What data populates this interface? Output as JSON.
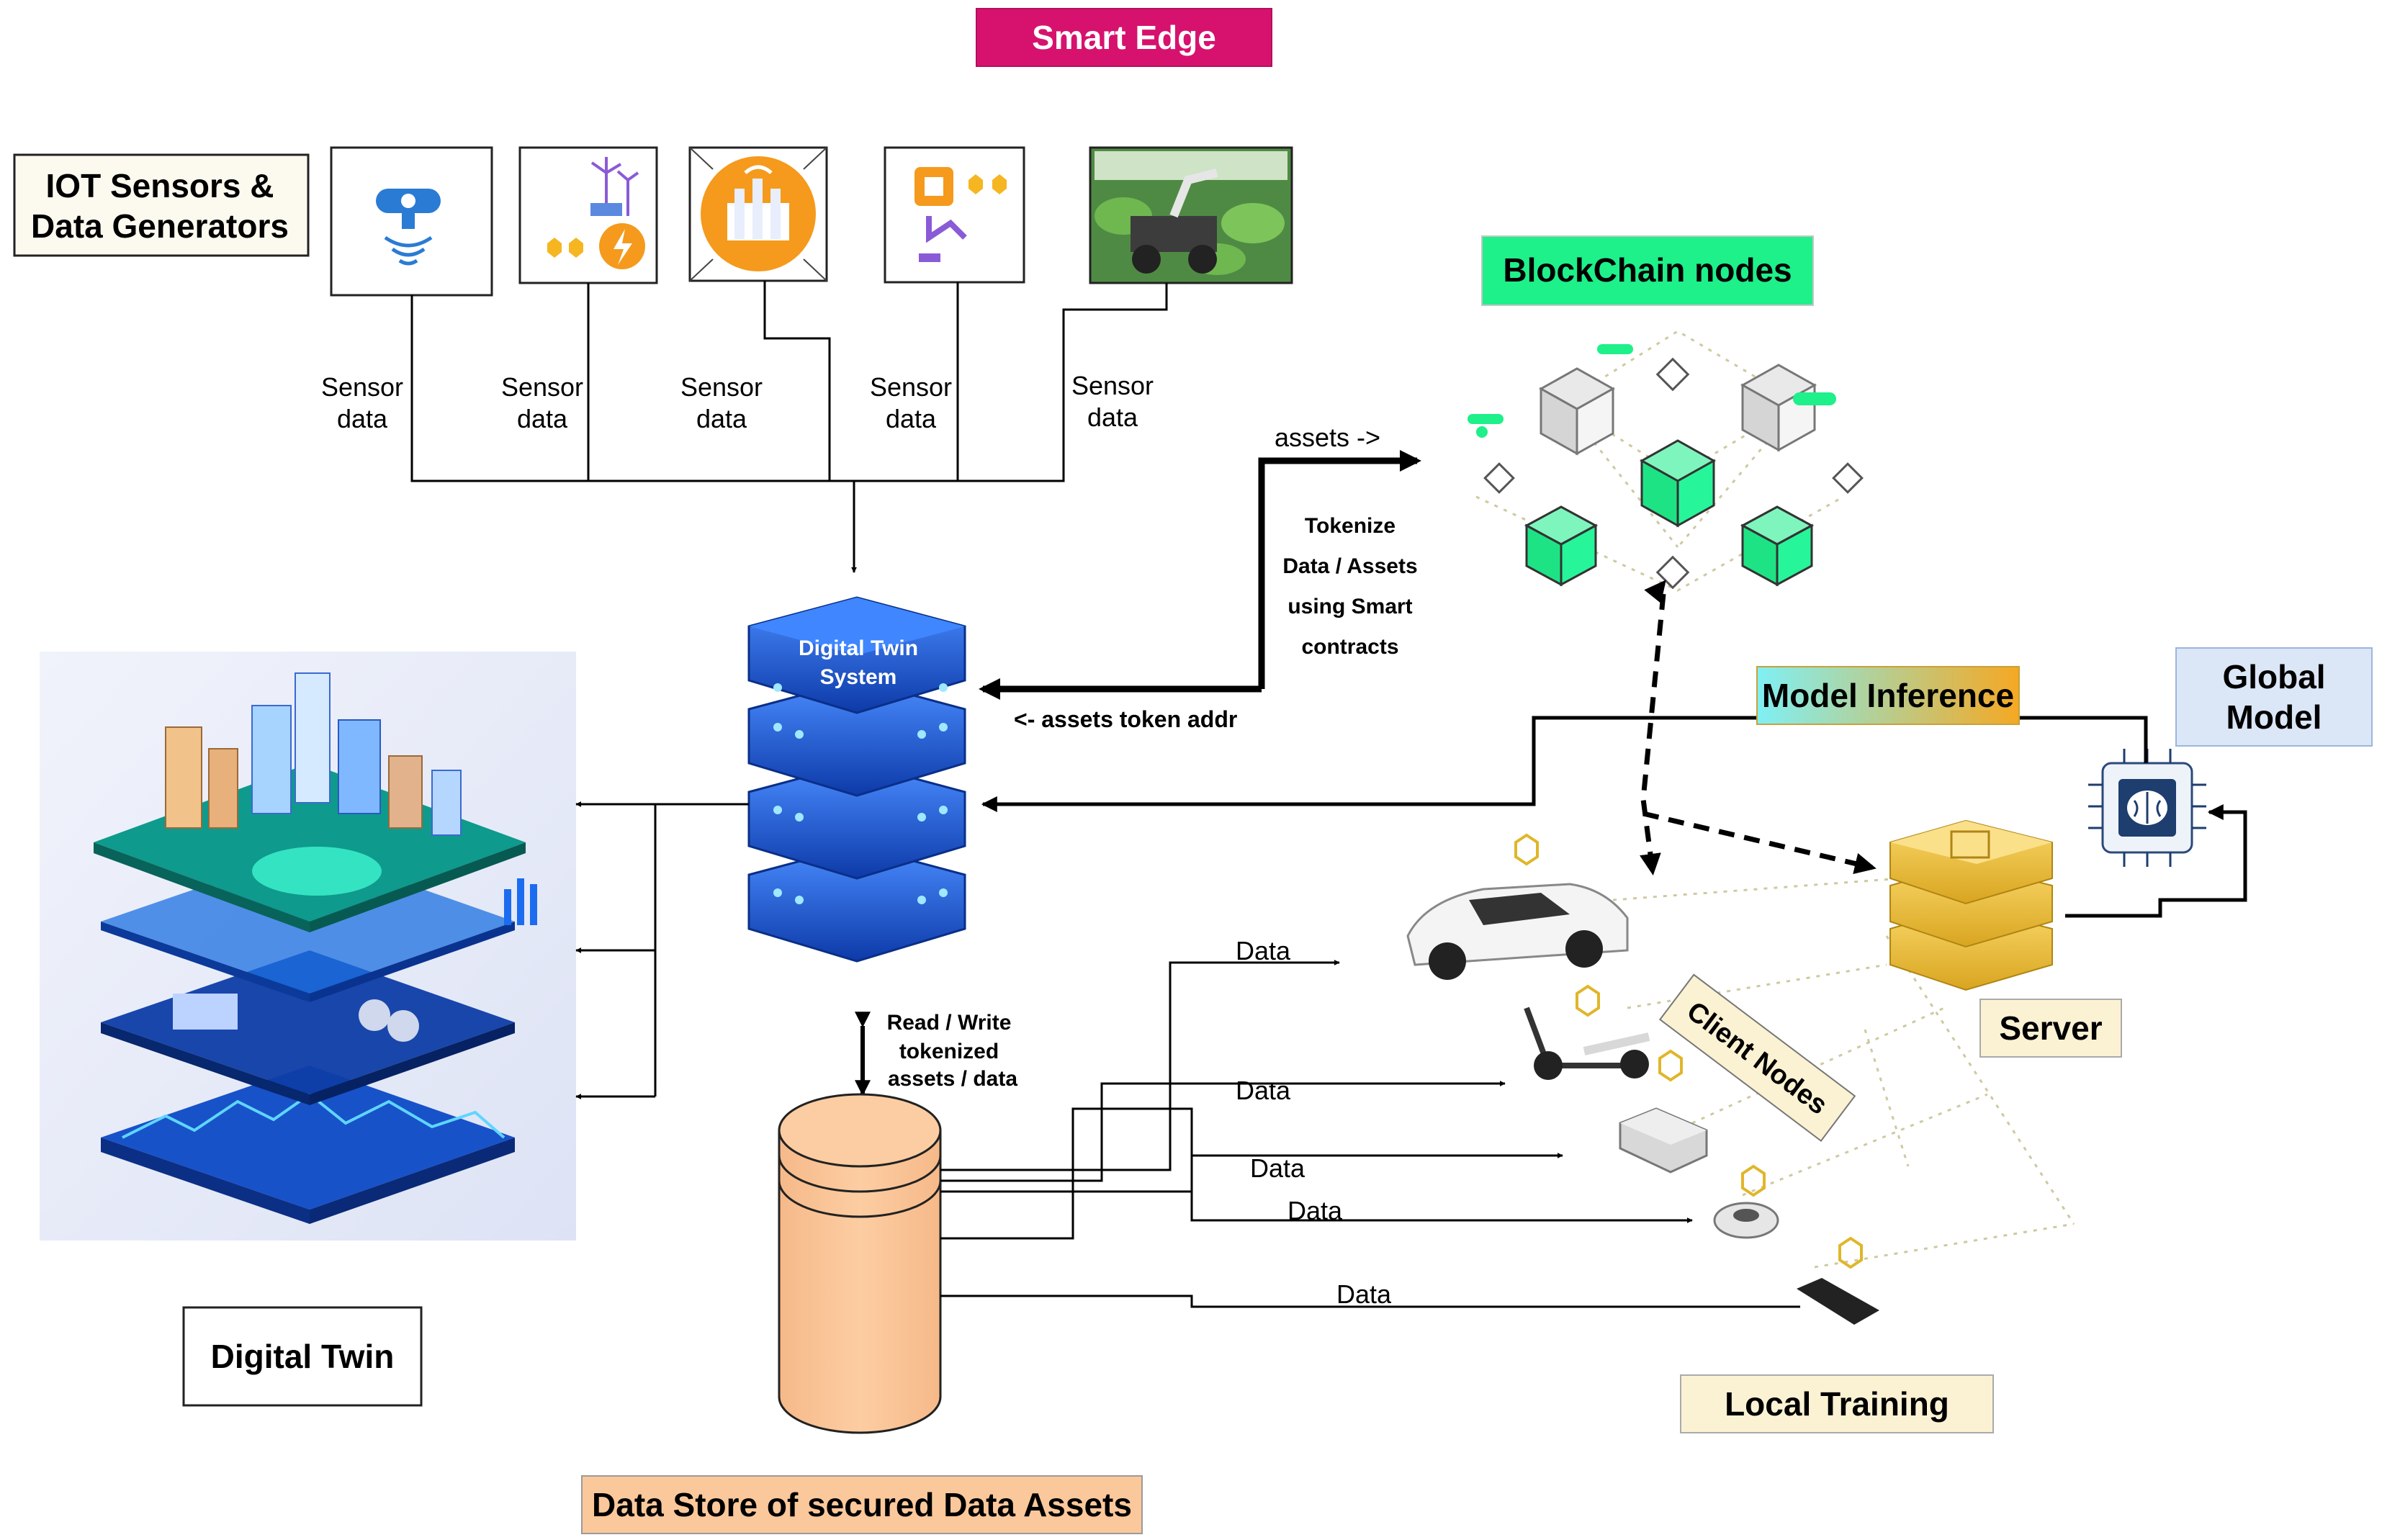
{
  "titles": {
    "smart_edge": "Smart Edge",
    "iot_line1": "IOT Sensors &",
    "iot_line2": "Data Generators",
    "blockchain": "BlockChain nodes",
    "model_inference": "Model Inference",
    "global_line1": "Global",
    "global_line2": "Model",
    "server": "Server",
    "client_nodes": "Client Nodes",
    "local_training": "Local Training",
    "digital_twin": "Digital Twin",
    "data_store": "Data Store of secured Data Assets",
    "dts_line1": "Digital Twin",
    "dts_line2": "System"
  },
  "sensor_labels": [
    {
      "line1": "Sensor",
      "line2": "data"
    },
    {
      "line1": "Sensor",
      "line2": "data"
    },
    {
      "line1": "Sensor",
      "line2": "data"
    },
    {
      "line1": "Sensor",
      "line2": "data"
    },
    {
      "line1": "Sensor",
      "line2": "data"
    }
  ],
  "arrows": {
    "assets": "assets ->",
    "token_addr": "<- assets token addr",
    "tokenize": [
      "Tokenize",
      "Data / Assets",
      "using Smart",
      "contracts"
    ],
    "read_write": [
      "Read / Write",
      "tokenized",
      "assets / data"
    ]
  },
  "data_labels": [
    "Data",
    "Data",
    "Data",
    "Data",
    "Data"
  ],
  "icons": [
    "iot-sensor-icon",
    "wind-solar-energy-icon",
    "smart-factory-icon",
    "chip-robot-arm-icon",
    "farm-robot-icon",
    "digital-twin-city-illustration",
    "server-stack-icon",
    "blockchain-network-icon",
    "ai-brain-chip-icon",
    "gold-server-icon",
    "car-icon",
    "scooter-icon",
    "router-icon",
    "robot-vacuum-icon",
    "smartphone-icon",
    "database-cylinder-icon"
  ],
  "colors": {
    "smart_edge": "#d6126e",
    "blockchain": "#1ef08a",
    "model_inference_start": "#7ff0f5",
    "model_inference_end": "#f5a823",
    "global_model": "#dbe6f7",
    "server": "#fbf2d3",
    "local_training": "#fbf2d3",
    "client_nodes": "#fbf2d3",
    "data_store": "#fbc89c",
    "iot_box": "#fcf9ef",
    "dts_blue": "#1a56d6"
  }
}
